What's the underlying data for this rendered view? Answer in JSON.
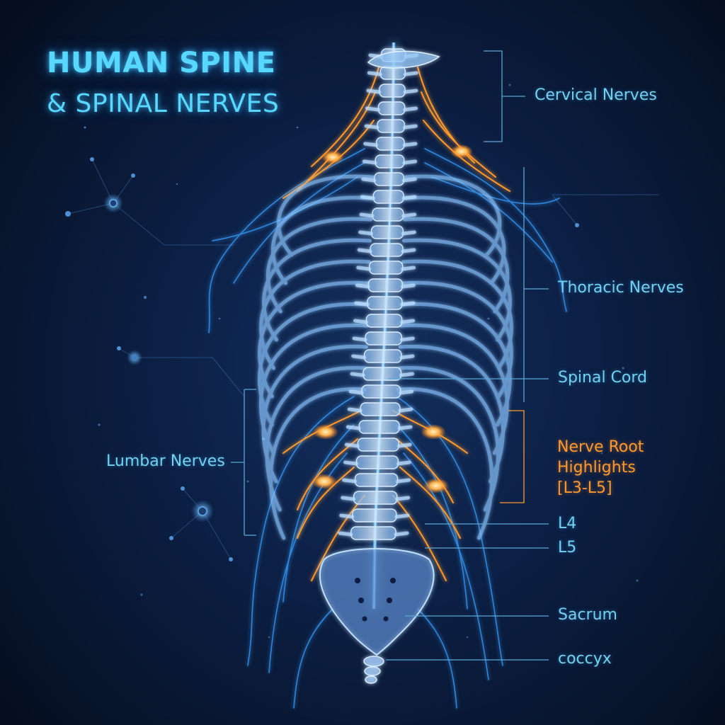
{
  "title": {
    "line1": "HUMAN SPINE",
    "line2": "& SPINAL NERVES"
  },
  "labels": {
    "cervical": "Cervical Nerves",
    "thoracic": "Thoracic Nerves",
    "spinal_cord": "Spinal Cord",
    "nerve_root": [
      "Nerve Root",
      "Highlights",
      "[L3-L5]"
    ],
    "lumbar": "Lumbar Nerves",
    "l4": "L4",
    "l5": "L5",
    "sacrum": "Sacrum",
    "coccyx": "coccyx"
  },
  "colors": {
    "title": "#58d8ff",
    "label": "#74d2ee",
    "bone": "#cfe8ff",
    "nerve_blue": "#3aa0ff",
    "nerve_orange": "#ff9a2e",
    "background": "#0c1f44"
  }
}
